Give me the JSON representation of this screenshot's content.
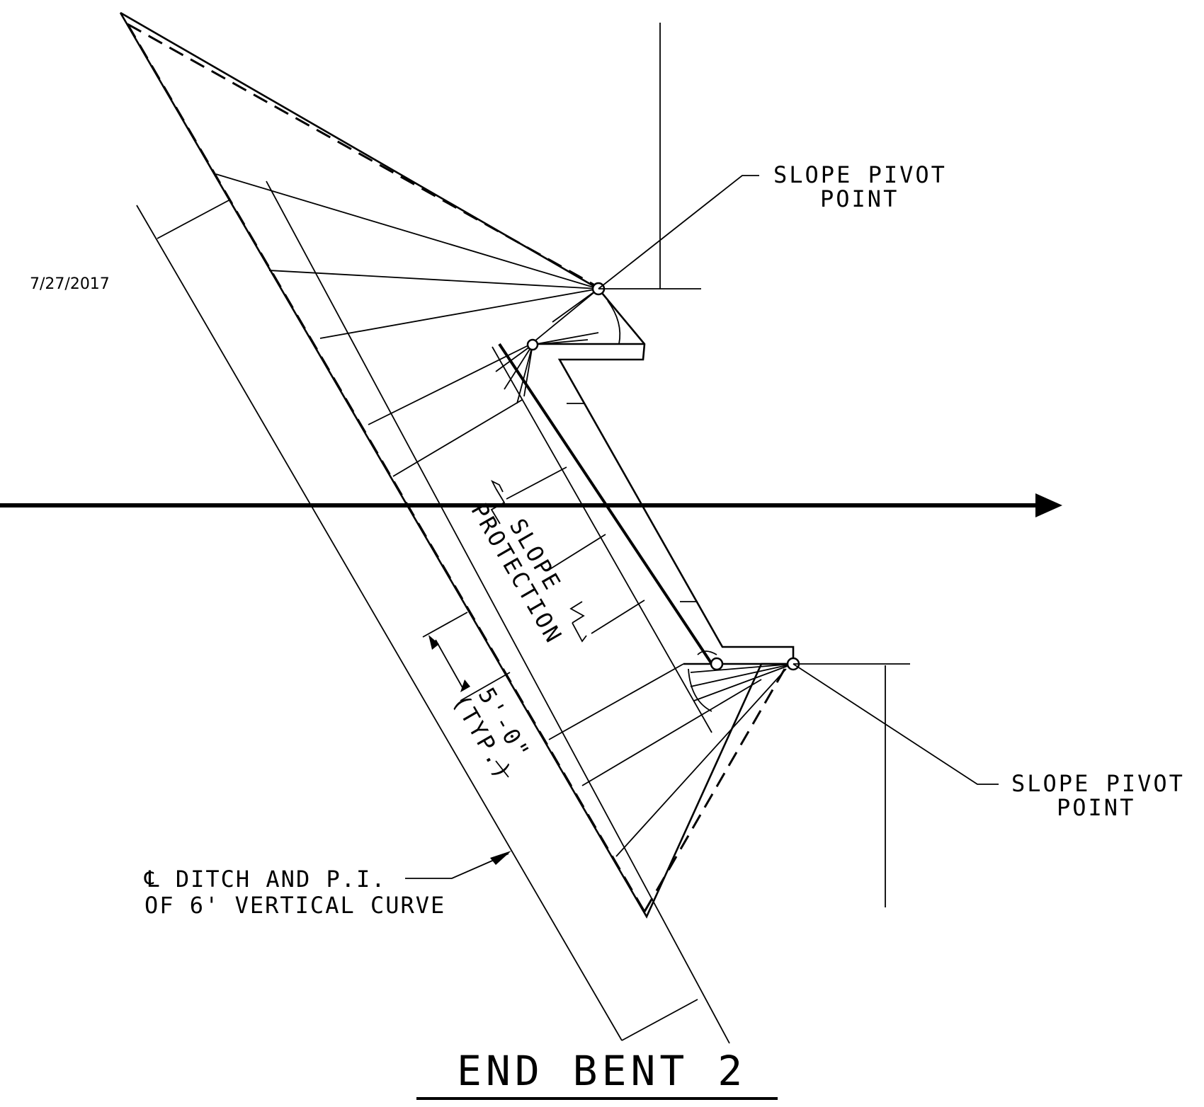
{
  "date_stamp": "7/27/2017",
  "pivot_label_top": {
    "line1": "SLOPE PIVOT",
    "line2": "POINT"
  },
  "pivot_label_bottom": {
    "line1": "SLOPE PIVOT",
    "line2": "POINT"
  },
  "slope_protection_label": {
    "line1": "SLOPE",
    "line2": "PROTECTION"
  },
  "dimension": {
    "value": "5'-0\"",
    "note": "(TYP.)"
  },
  "ditch_label": {
    "line1": "℄ DITCH AND P.I.",
    "line2": "OF 6' VERTICAL CURVE"
  },
  "title": "END BENT 2"
}
